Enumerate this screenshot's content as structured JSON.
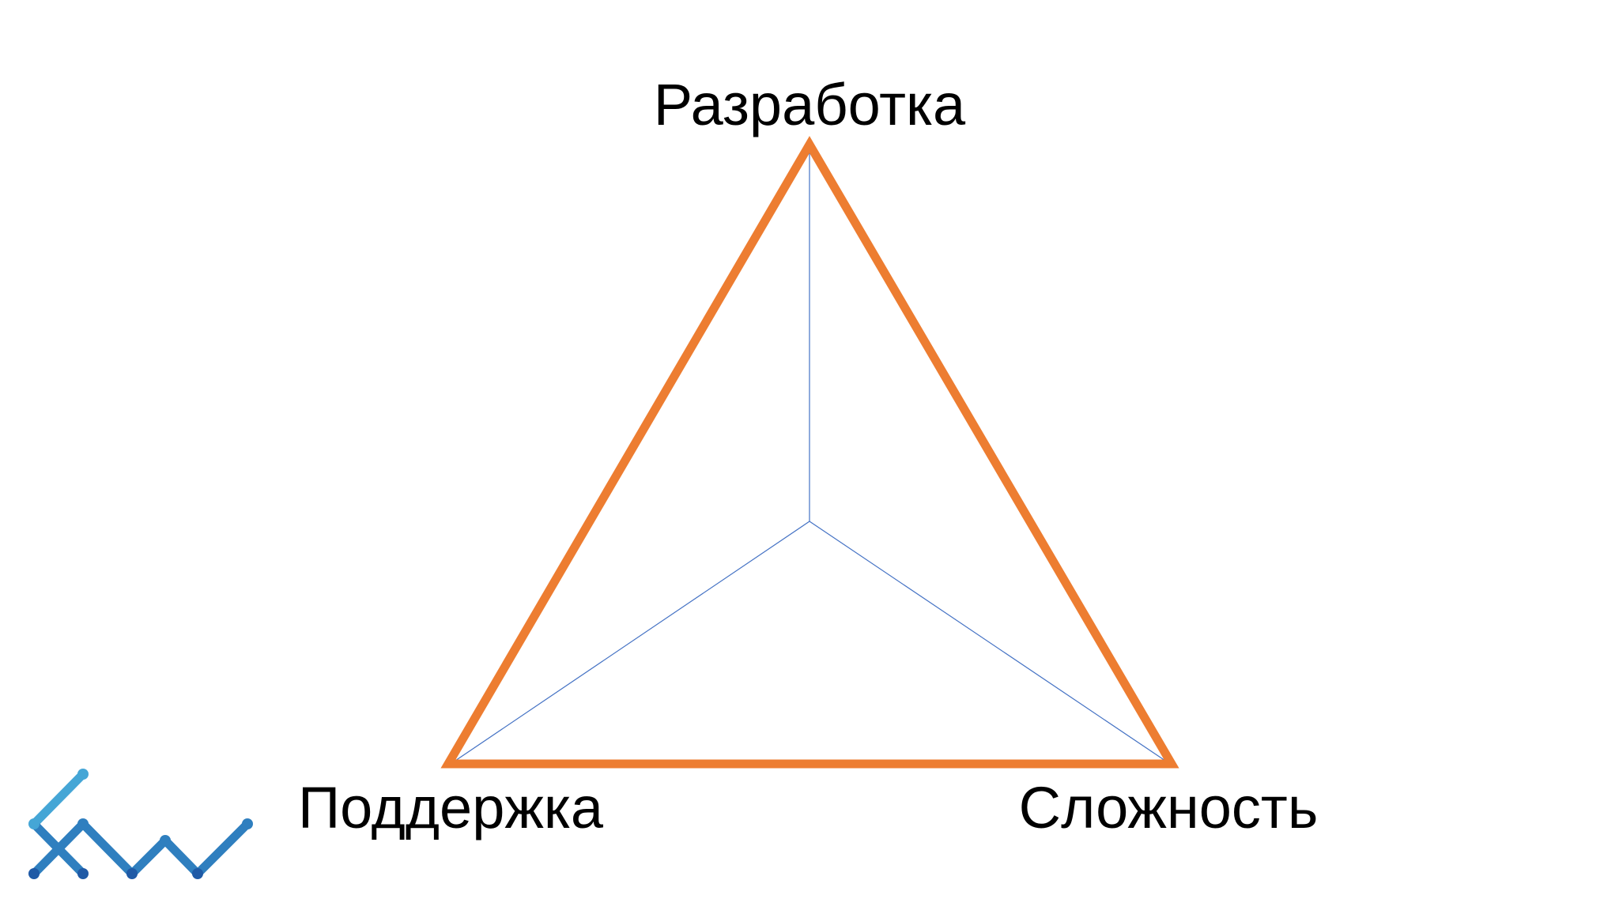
{
  "diagram": {
    "labels": {
      "top": "Разработка",
      "bottom_left": "Поддержка",
      "bottom_right": "Сложность"
    },
    "colors": {
      "triangle_outline": "#ED7D31",
      "spokes": "#4472C4",
      "background": "#FFFFFF"
    }
  },
  "logo": {
    "icon_name": "zigzag-network-logo-icon",
    "colors": [
      "#45A6D6",
      "#2F7FBF",
      "#1F5AA6"
    ]
  }
}
